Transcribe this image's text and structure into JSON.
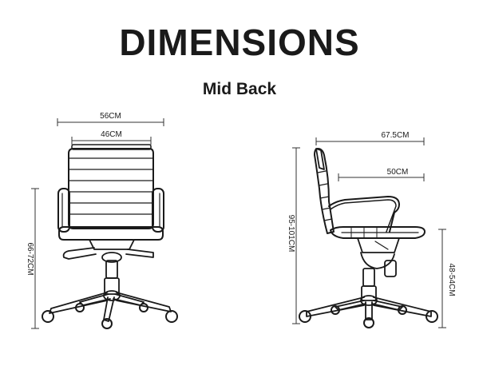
{
  "header": {
    "title": "DIMENSIONS",
    "subtitle": "Mid Back"
  },
  "front_view": {
    "overall_width": "56CM",
    "seat_width": "46CM",
    "height_range": "66-72CM"
  },
  "side_view": {
    "overall_depth": "67.5CM",
    "seat_depth": "50CM",
    "total_height": "95-101CM",
    "seat_height": "48-54CM"
  },
  "colors": {
    "ink": "#1a1a1a",
    "background": "#ffffff"
  }
}
